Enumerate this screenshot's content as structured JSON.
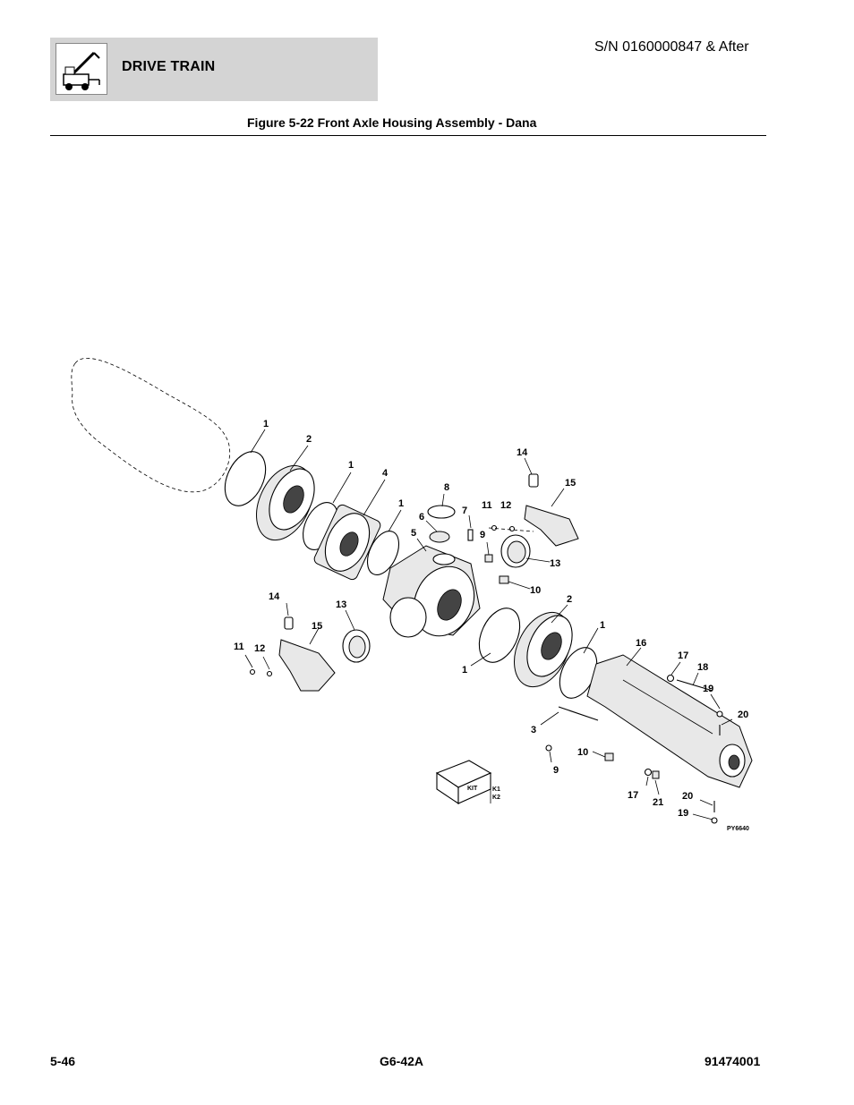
{
  "header": {
    "section_title": "DRIVE TRAIN",
    "icon": "forklift-telehandler-icon",
    "serial": "S/N 0160000847 & After"
  },
  "figure": {
    "caption": "Figure 5-22 Front Axle Housing Assembly - Dana",
    "drawing_code": "PY6640",
    "kit_label": "KIT",
    "kit_codes": [
      "K1",
      "K2"
    ],
    "callouts": [
      "1",
      "2",
      "1",
      "4",
      "1",
      "8",
      "6",
      "7",
      "5",
      "11",
      "12",
      "9",
      "14",
      "15",
      "13",
      "10",
      "14",
      "13",
      "15",
      "11",
      "12",
      "2",
      "1",
      "16",
      "1",
      "17",
      "18",
      "19",
      "20",
      "3",
      "10",
      "9",
      "17",
      "21",
      "20",
      "19"
    ]
  },
  "footer": {
    "page": "5-46",
    "model": "G6-42A",
    "doc_number": "91474001"
  }
}
